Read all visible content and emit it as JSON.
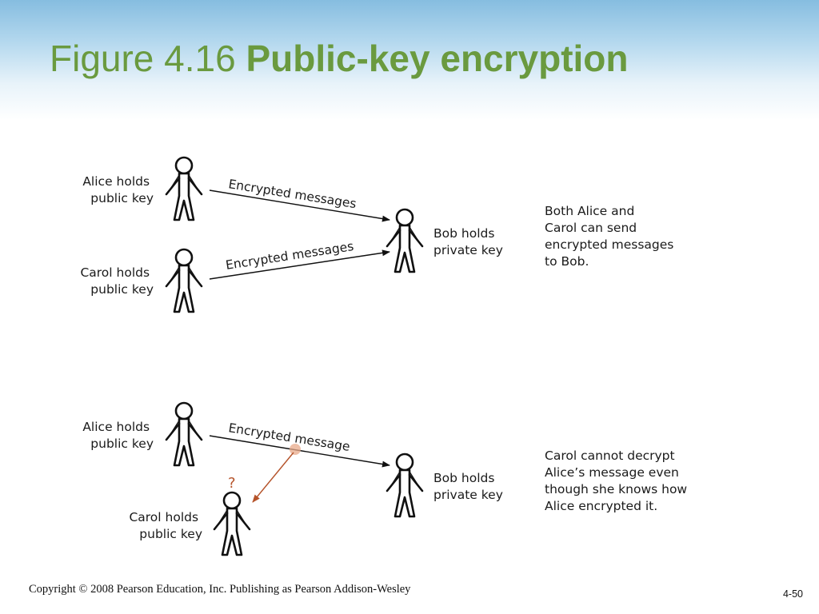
{
  "slide": {
    "title_prefix": "Figure 4.16",
    "title_main": "Public-key encryption"
  },
  "top_panel": {
    "alice_label": [
      "Alice holds",
      "public key"
    ],
    "carol_label": [
      "Carol holds",
      "public key"
    ],
    "bob_label": [
      "Bob holds",
      "private key"
    ],
    "arrow1_label": "Encrypted messages",
    "arrow2_label": "Encrypted messages",
    "note": [
      "Both Alice and",
      "Carol can send",
      "encrypted messages",
      "to Bob."
    ]
  },
  "bottom_panel": {
    "alice_label": [
      "Alice holds",
      "public key"
    ],
    "carol_label": [
      "Carol holds",
      "public key"
    ],
    "bob_label": [
      "Bob holds",
      "private key"
    ],
    "arrow_label": "Encrypted message",
    "question_mark": "?",
    "note": [
      "Carol cannot decrypt",
      "Alice’s message even",
      "though she knows how",
      "Alice encrypted it."
    ]
  },
  "footer": {
    "copyright": "Copyright © 2008 Pearson Education, Inc. Publishing as Pearson Addison-Wesley",
    "page_number": "4-50"
  },
  "colors": {
    "title": "#6a9a3f",
    "header_gradient_top": "#86bde0",
    "intercept_arrow": "#b5532a"
  }
}
